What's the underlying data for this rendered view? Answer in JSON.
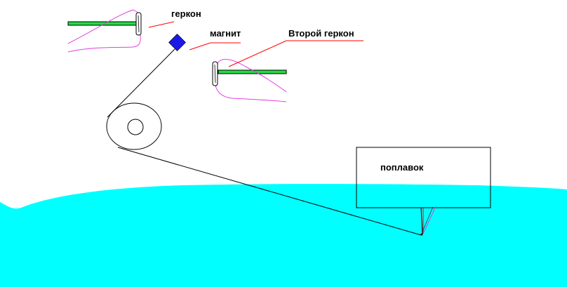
{
  "labels": {
    "reed_switch": "геркон",
    "magnet": "магнит",
    "second_reed_switch": "Второй геркон",
    "float": "поплавок"
  },
  "colors": {
    "water": "#00ffff",
    "rod": "#22dd44",
    "magnet": "#1a1ae6",
    "wire": "#e040e0",
    "pointer": "#ff0000",
    "line": "#000000",
    "background": "#ffffff"
  },
  "icons": {
    "magnet": "diamond",
    "reed_switch": "glass-capsule"
  }
}
